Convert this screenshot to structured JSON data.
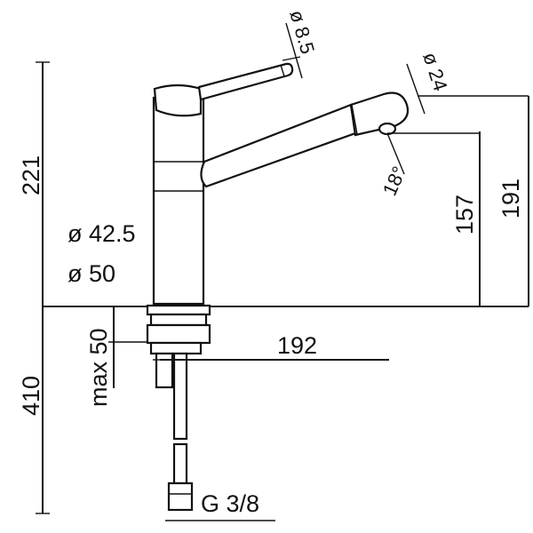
{
  "dimensions": {
    "height_above": "221",
    "height_below": "410",
    "max_deck": "max 50",
    "spout_reach": "192",
    "spout_height_outlet": "157",
    "spout_height_top": "191",
    "spout_angle": "18°",
    "body_dia_small": "ø 42.5",
    "body_dia_large": "ø 50",
    "lever_dia": "ø 8.5",
    "spout_dia": "ø 24",
    "thread": "G 3/8"
  }
}
